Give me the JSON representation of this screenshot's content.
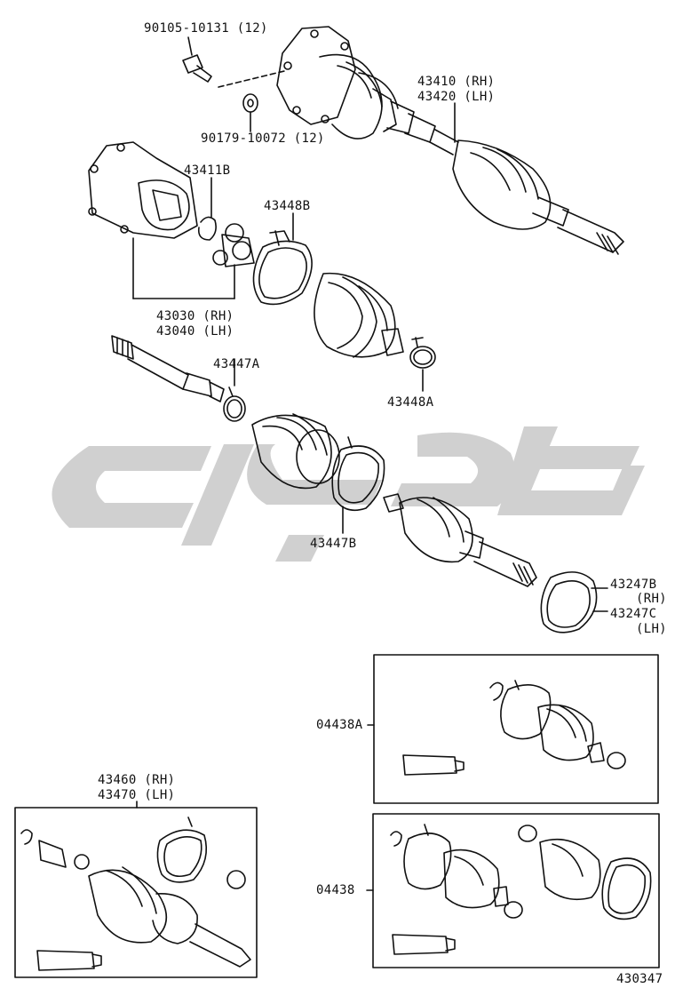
{
  "watermark": {
    "color": "#d0d0d0",
    "logo_text": "طوکر"
  },
  "labels": {
    "p90105": "90105-10131 (12)",
    "p90179": "90179-10072 (12)",
    "p43410": "43410 (RH)",
    "p43420": "43420 (LH)",
    "p43411B": "43411B",
    "p43448B": "43448B",
    "p43030": "43030 (RH)",
    "p43040": "43040 (LH)",
    "p43447A": "43447A",
    "p43448A": "43448A",
    "p43447B": "43447B",
    "p43247B": "43247B",
    "p43247B_side": "(RH)",
    "p43247C": "43247C",
    "p43247C_side": "(LH)",
    "p04438A": "04438A",
    "p43460": "43460 (RH)",
    "p43470": "43470 (LH)",
    "p04438": "04438",
    "figure_no": "430347"
  }
}
